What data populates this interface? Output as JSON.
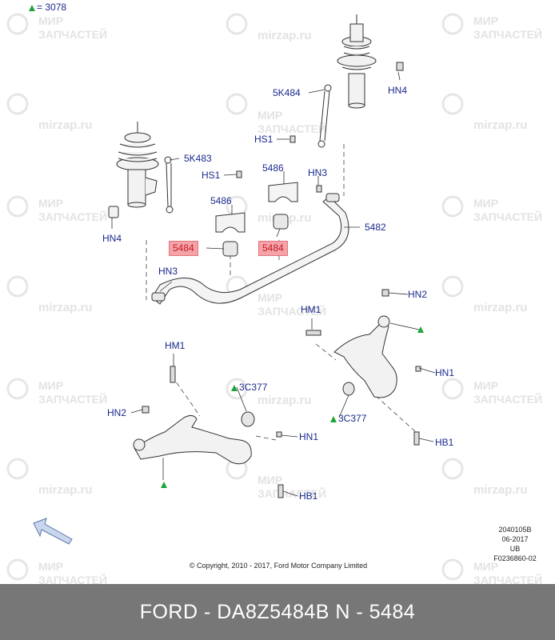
{
  "legend": {
    "marker": "▲",
    "text": "= 3078"
  },
  "watermark": {
    "line1": "МИР",
    "line2": "ЗАПЧАСТЕЙ",
    "site": "mirzap.ru"
  },
  "callouts": {
    "c_5k484": "5K484",
    "c_hn4_r": "HN4",
    "c_hs1_top": "HS1",
    "c_5k483": "5K483",
    "c_hs1_left": "HS1",
    "c_5486_r": "5486",
    "c_hn3_r": "HN3",
    "c_5486_l": "5486",
    "c_hn4_l": "HN4",
    "c_5482": "5482",
    "c_5484_l": "5484",
    "c_5484_r": "5484",
    "c_hn3_l": "HN3",
    "c_hn2_r": "HN2",
    "c_hm1_r": "HM1",
    "c_hm1_l": "HM1",
    "c_3c377_l": "3C377",
    "c_hn1_r": "HN1",
    "c_hn2_l": "HN2",
    "c_3c377_r": "3C377",
    "c_hn1_l": "HN1",
    "c_hb1_r": "HB1",
    "c_hb1_l": "HB1"
  },
  "meta": {
    "code": "2040105B",
    "date": "06-2017",
    "region": "UB",
    "figure": "F0236860-02",
    "copyright": "© Copyright, 2010 - 2017, Ford Motor Company Limited"
  },
  "footer": {
    "text": "FORD - DA8Z5484B      N - 5484"
  },
  "colors": {
    "callout": "#1a2a8c",
    "highlight": "#f4a3a8",
    "marker": "#1fa33a",
    "footer": "#777777"
  }
}
